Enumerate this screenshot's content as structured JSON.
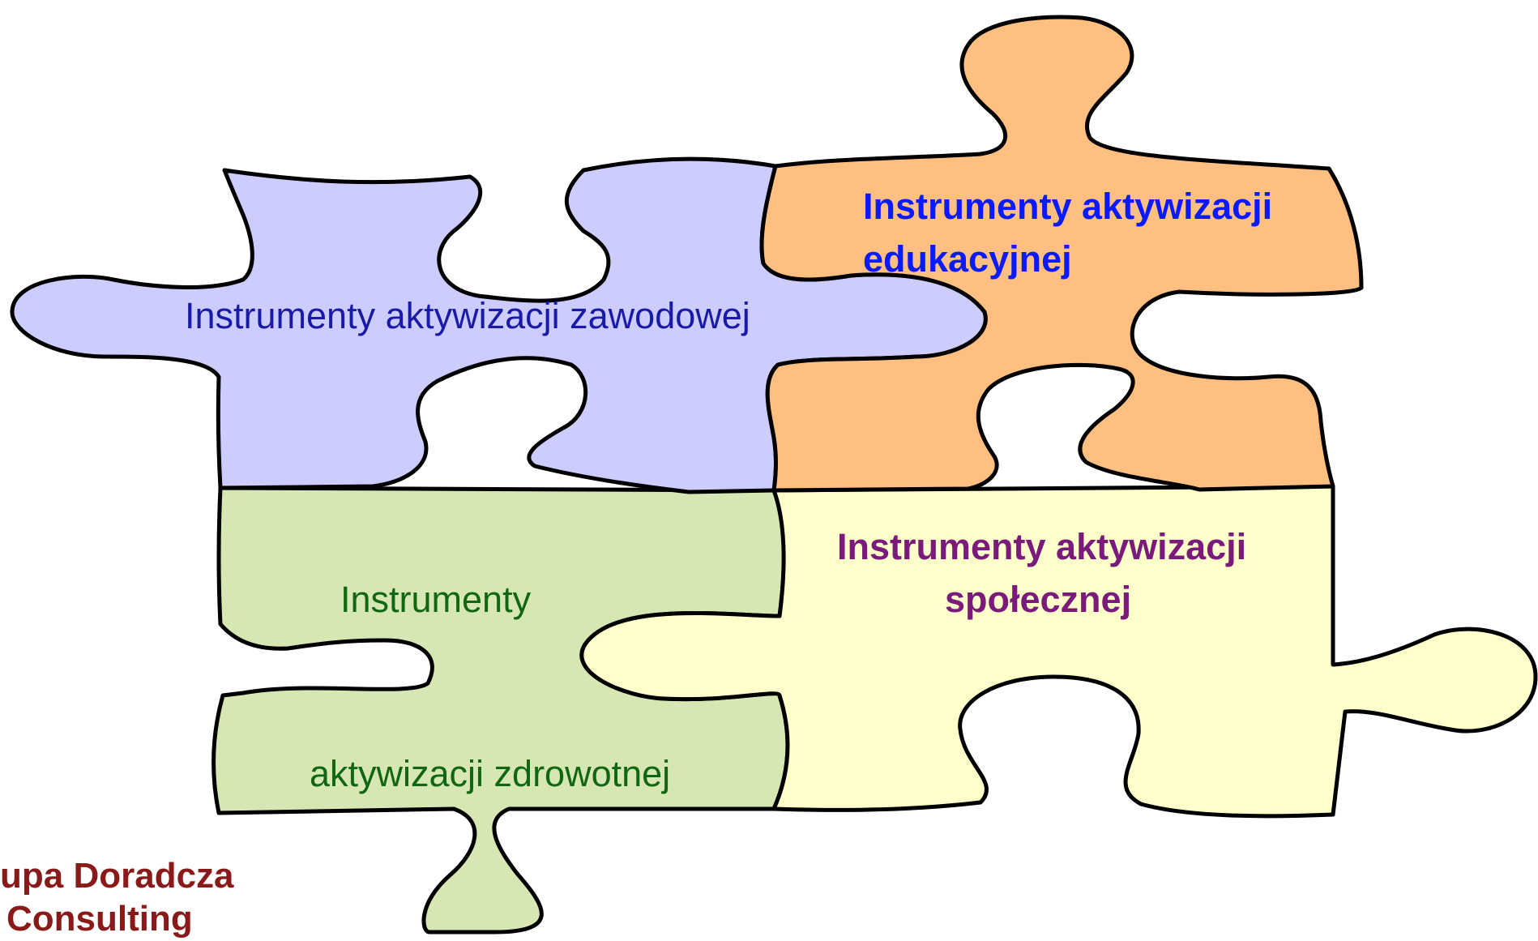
{
  "pieces": {
    "zawodowej": {
      "label": "Instrumenty aktywizacji zawodowej",
      "fill": "#ccccff",
      "text_color": "#1a1aa8"
    },
    "edukacyjnej": {
      "label_line1": "Instrumenty aktywizacji",
      "label_line2": "edukacyjnej",
      "fill": "#ffbf80",
      "text_color": "#0a1aff"
    },
    "zdrowotnej": {
      "label_line1": "Instrumenty",
      "label_line2": "aktywizacji zdrowotnej",
      "fill": "#d7e7b4",
      "text_color": "#116611"
    },
    "spolecznej": {
      "label_line1": "Instrumenty aktywizacji",
      "label_line2": "społecznej",
      "fill": "#ffffcc",
      "text_color": "#7a1a7a"
    }
  },
  "logo": {
    "line1": "upa Doradcza",
    "line2": "Consulting",
    "color": "#8a1a1a"
  }
}
